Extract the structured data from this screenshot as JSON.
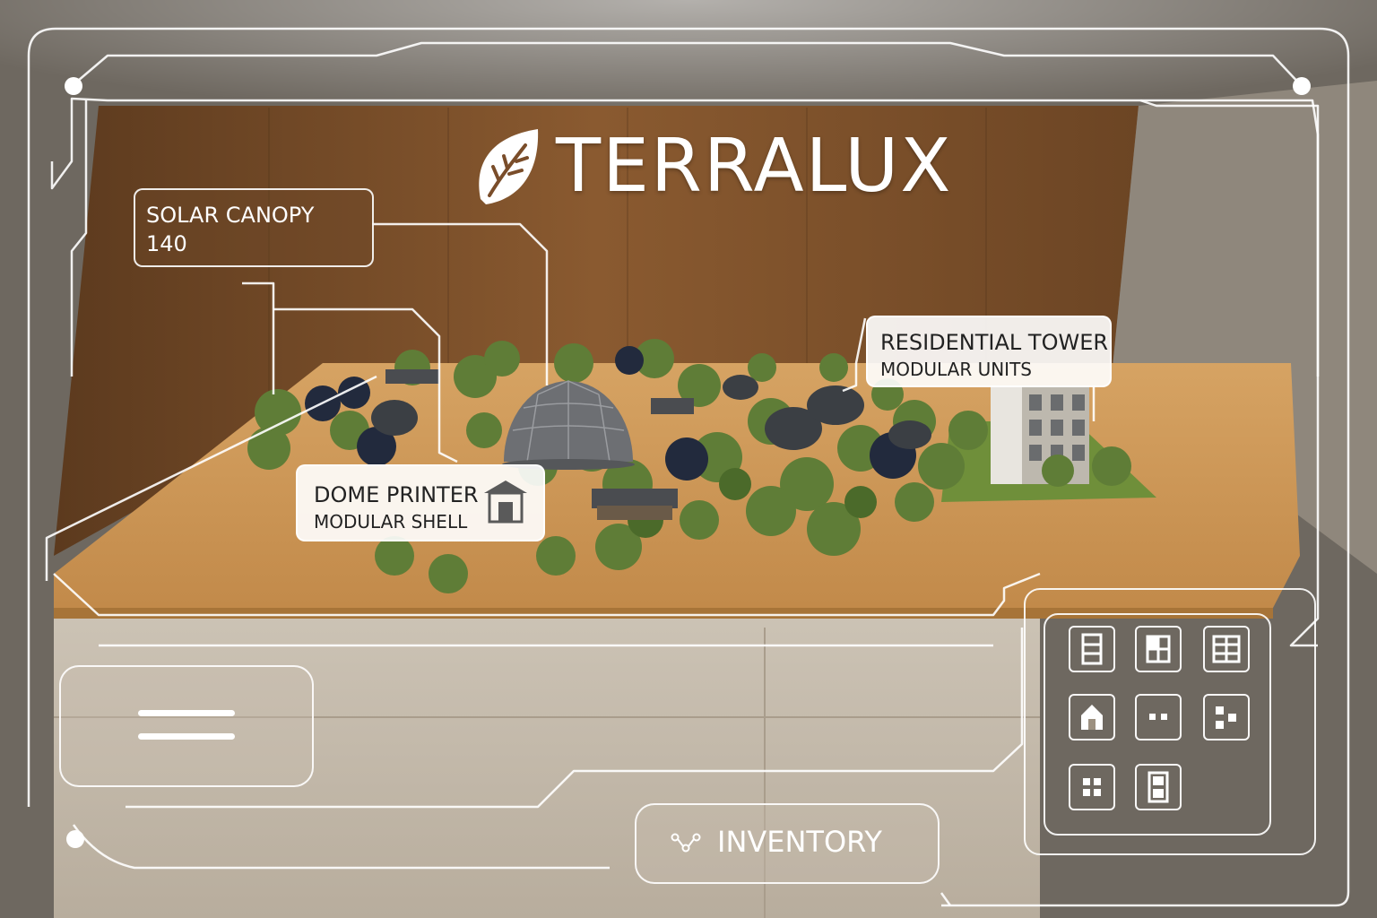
{
  "brand": {
    "name": "TERRALUX",
    "icon": "leaf-icon"
  },
  "callouts": {
    "solar": {
      "title": "SOLAR CANOPY",
      "value": "140"
    },
    "dome": {
      "title": "DOME PRINTER",
      "subtitle": "MODULAR SHELL",
      "icon": "house-icon"
    },
    "residential": {
      "title": "RESIDENTIAL TOWER",
      "subtitle": "MODULAR UNITS"
    }
  },
  "menu": {
    "icon": "menu-icon"
  },
  "inventory": {
    "label": "INVENTORY",
    "icon": "nodes-icon"
  },
  "module_grid": {
    "tiles": [
      "tall-window-icon",
      "window-grid-icon",
      "grid-window-icon",
      "house-outline-icon",
      "two-dots-icon",
      "scatter-squares-icon",
      "four-squares-icon",
      "tall-tile-icon"
    ]
  },
  "colors": {
    "hud_line": "#ffffff",
    "sand": "#cf9a55",
    "wood": "#7a4d2a",
    "foliage": "#5f7d37"
  }
}
